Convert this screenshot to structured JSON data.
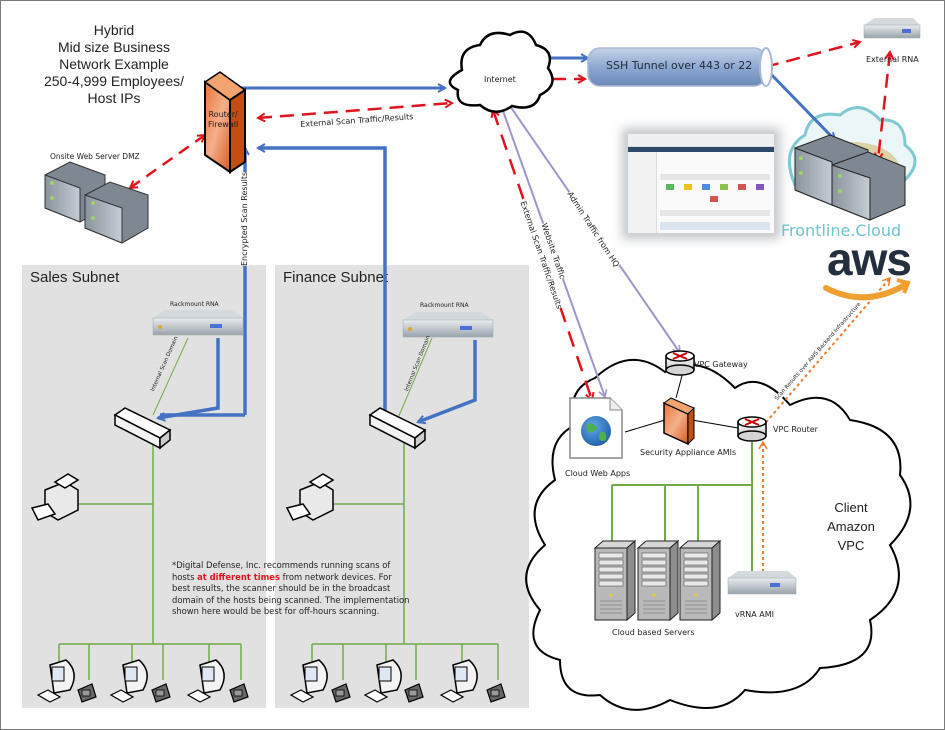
{
  "title": {
    "lines": [
      "Hybrid",
      "Mid size Business",
      "Network Example",
      "250-4,999 Employees/",
      "Host IPs"
    ]
  },
  "nodes": {
    "router_firewall": {
      "label_line1": "Router/",
      "label_line2": "Firewall"
    },
    "internet": {
      "label": "Internet"
    },
    "ssh_tunnel": {
      "label": "SSH Tunnel over 443 or 22"
    },
    "external_rna": {
      "label": "External RNA"
    },
    "onsite_web_server": {
      "label": "Onsite Web Server DMZ"
    },
    "frontline_cloud": {
      "label": "Frontline.Cloud"
    },
    "aws": {
      "label": "aws"
    },
    "vpc_gateway": {
      "label": "VPC Gateway"
    },
    "vpc_router": {
      "label": "VPC Router"
    },
    "security_appliance": {
      "label": "Security Appliance AMIs"
    },
    "cloud_web_apps": {
      "label": "Cloud Web Apps"
    },
    "cloud_servers": {
      "label": "Cloud based Servers"
    },
    "vrna_ami": {
      "label": "vRNA AMI"
    },
    "client_vpc": {
      "lines": [
        "Client",
        "Amazon",
        "VPC"
      ]
    }
  },
  "subnets": [
    {
      "title": "Sales Subnet",
      "rna_label": "Rackmount RNA",
      "link_label": "Internal Scan Domain"
    },
    {
      "title": "Finance Subnet",
      "rna_label": "Rackmount RNA",
      "link_label": "Internal Scan Domain"
    }
  ],
  "links": {
    "external_scan_top": "External Scan Traffic/Results",
    "encrypted_scan": "Encrypted Scan Results",
    "external_scan_vertical": "External Scan Traffic/Results",
    "website_traffic": "Website Traffic",
    "admin_traffic": "Admin Traffic from HQ",
    "aws_backend": "Scan Results over AWS Backend Infrastructure"
  },
  "note": {
    "part1": "*Digital Defense, Inc. recommends running scans of hosts ",
    "highlight": "at different times",
    "part2": " from network devices.  For best results, the scanner should be in the broadcast domain of the hosts being scanned. The implementation shown here would be best for off-hours scanning."
  },
  "legend_colors": {
    "encrypted_link": "#4472c4",
    "scan_traffic": "#e0141e",
    "lan_link": "#70ad47",
    "web_link": "#9e95c8",
    "aws_backend": "#ed7d31",
    "subnet_bg": "#e1e1e1",
    "frontline": "#6ec4cf"
  }
}
